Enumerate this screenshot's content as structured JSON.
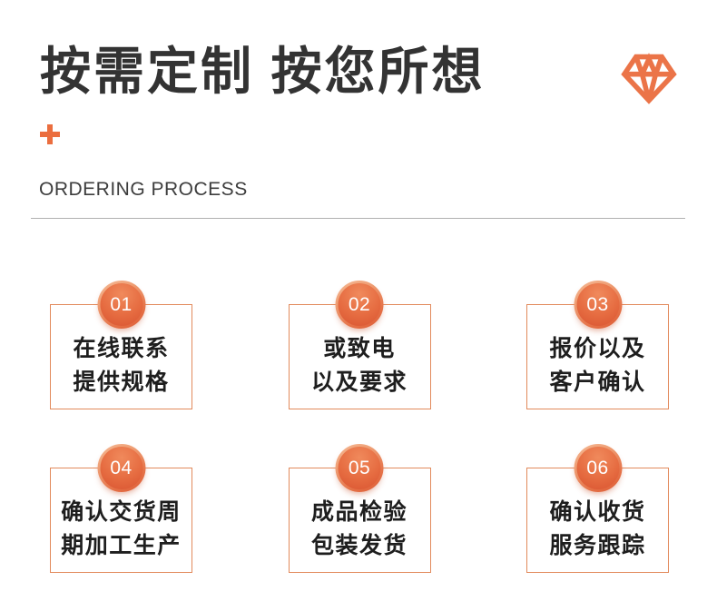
{
  "header": {
    "title": "按需定制 按您所想",
    "subtitle": "ORDERING PROCESS"
  },
  "icons": {
    "diamond": "diamond-gem-icon",
    "plus": "plus-icon"
  },
  "colors": {
    "accent_orange": "#EB7448",
    "card_border": "#E28A5C",
    "badge_gradient_light": "#F3A87E",
    "badge_gradient_dark": "#D85330",
    "title_text": "#333333",
    "subtitle_text": "#3D3D3D",
    "card_text": "#1E1E1E",
    "divider": "#B0B0B0"
  },
  "steps": [
    {
      "number": "01",
      "line1": "在线联系",
      "line2": "提供规格"
    },
    {
      "number": "02",
      "line1": "或致电",
      "line2": "以及要求"
    },
    {
      "number": "03",
      "line1": "报价以及",
      "line2": "客户确认"
    },
    {
      "number": "04",
      "line1": "确认交货周",
      "line2": "期加工生产"
    },
    {
      "number": "05",
      "line1": "成品检验",
      "line2": "包装发货"
    },
    {
      "number": "06",
      "line1": "确认收货",
      "line2": "服务跟踪"
    }
  ]
}
